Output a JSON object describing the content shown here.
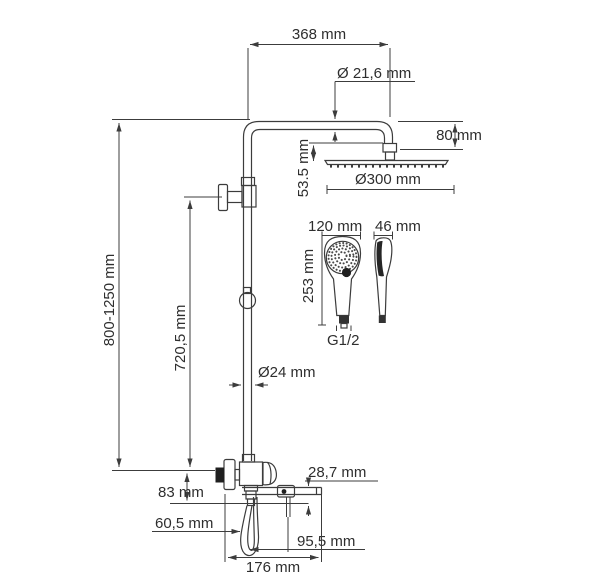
{
  "drawing": {
    "labels": {
      "arm_width": "368 mm",
      "arm_pipe_diameter": "Ø 21,6 mm",
      "head_drop": "80 mm",
      "head_assembly_height": "53.5 mm",
      "head_diameter": "Ø300 mm",
      "column_height_range": "800-1250 mm",
      "bracket_to_base": "720,5 mm",
      "column_diameter": "Ø24 mm",
      "handset_width": "120 mm",
      "handset_depth": "46 mm",
      "handset_length": "253 mm",
      "thread": "G1/2",
      "bar_offset": "28,7 mm",
      "mixer_drop": "83 mm",
      "hose_offset": "60,5 mm",
      "bar_length": "95,5 mm",
      "base_width": "176 mm"
    },
    "line_color": "#3c3c3c",
    "text_color": "#2e2e2e",
    "background": "#ffffff"
  }
}
